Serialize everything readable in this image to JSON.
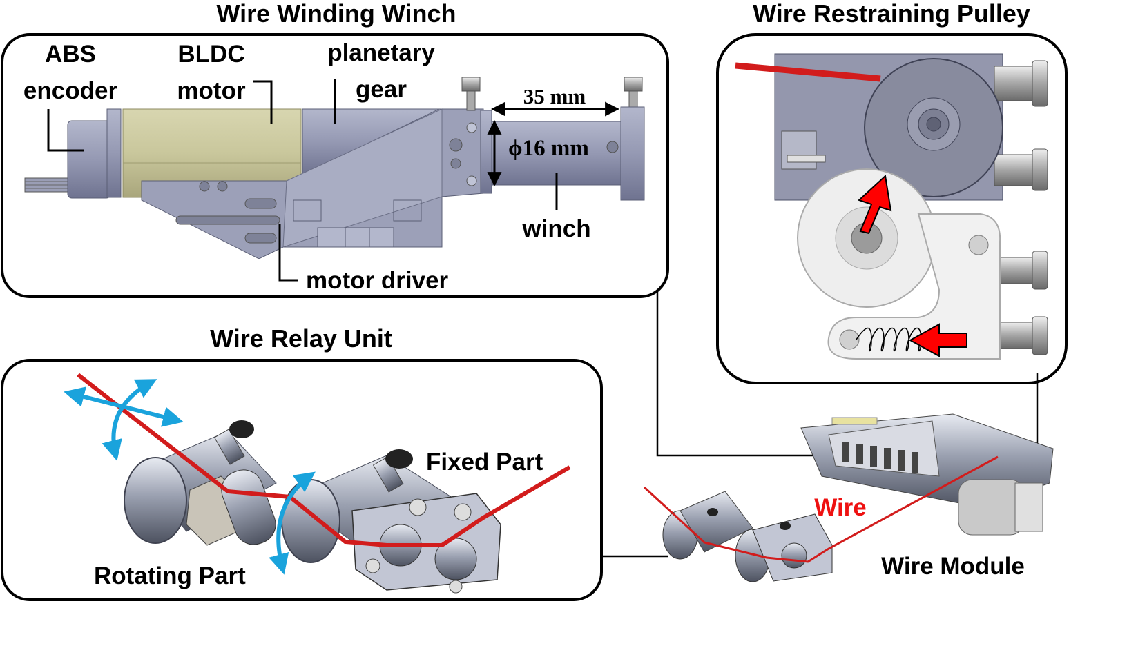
{
  "panels": {
    "winch": {
      "title": "Wire Winding Winch",
      "labels": {
        "abs_line1": "ABS",
        "abs_line2": "encoder",
        "bldc_line1": "BLDC",
        "bldc_line2": "motor",
        "gear_line1": "planetary",
        "gear_line2": "gear",
        "length": "35 mm",
        "diameter": "ϕ16 mm",
        "winch": "winch",
        "driver": "motor driver"
      }
    },
    "pulley": {
      "title": "Wire Restraining Pulley"
    },
    "relay": {
      "title": "Wire Relay Unit",
      "labels": {
        "fixed": "Fixed Part",
        "rotating": "Rotating Part"
      }
    }
  },
  "module": {
    "wire_label": "Wire",
    "module_label": "Wire Module"
  },
  "colors": {
    "wire_red": "#dd1c1c",
    "arrow_red": "#ff0000",
    "motion_blue": "#1aa3dc",
    "motor_olive": "#c9c79c",
    "metal_blue_gray": "#8e93ad",
    "panel_border": "#000000"
  }
}
